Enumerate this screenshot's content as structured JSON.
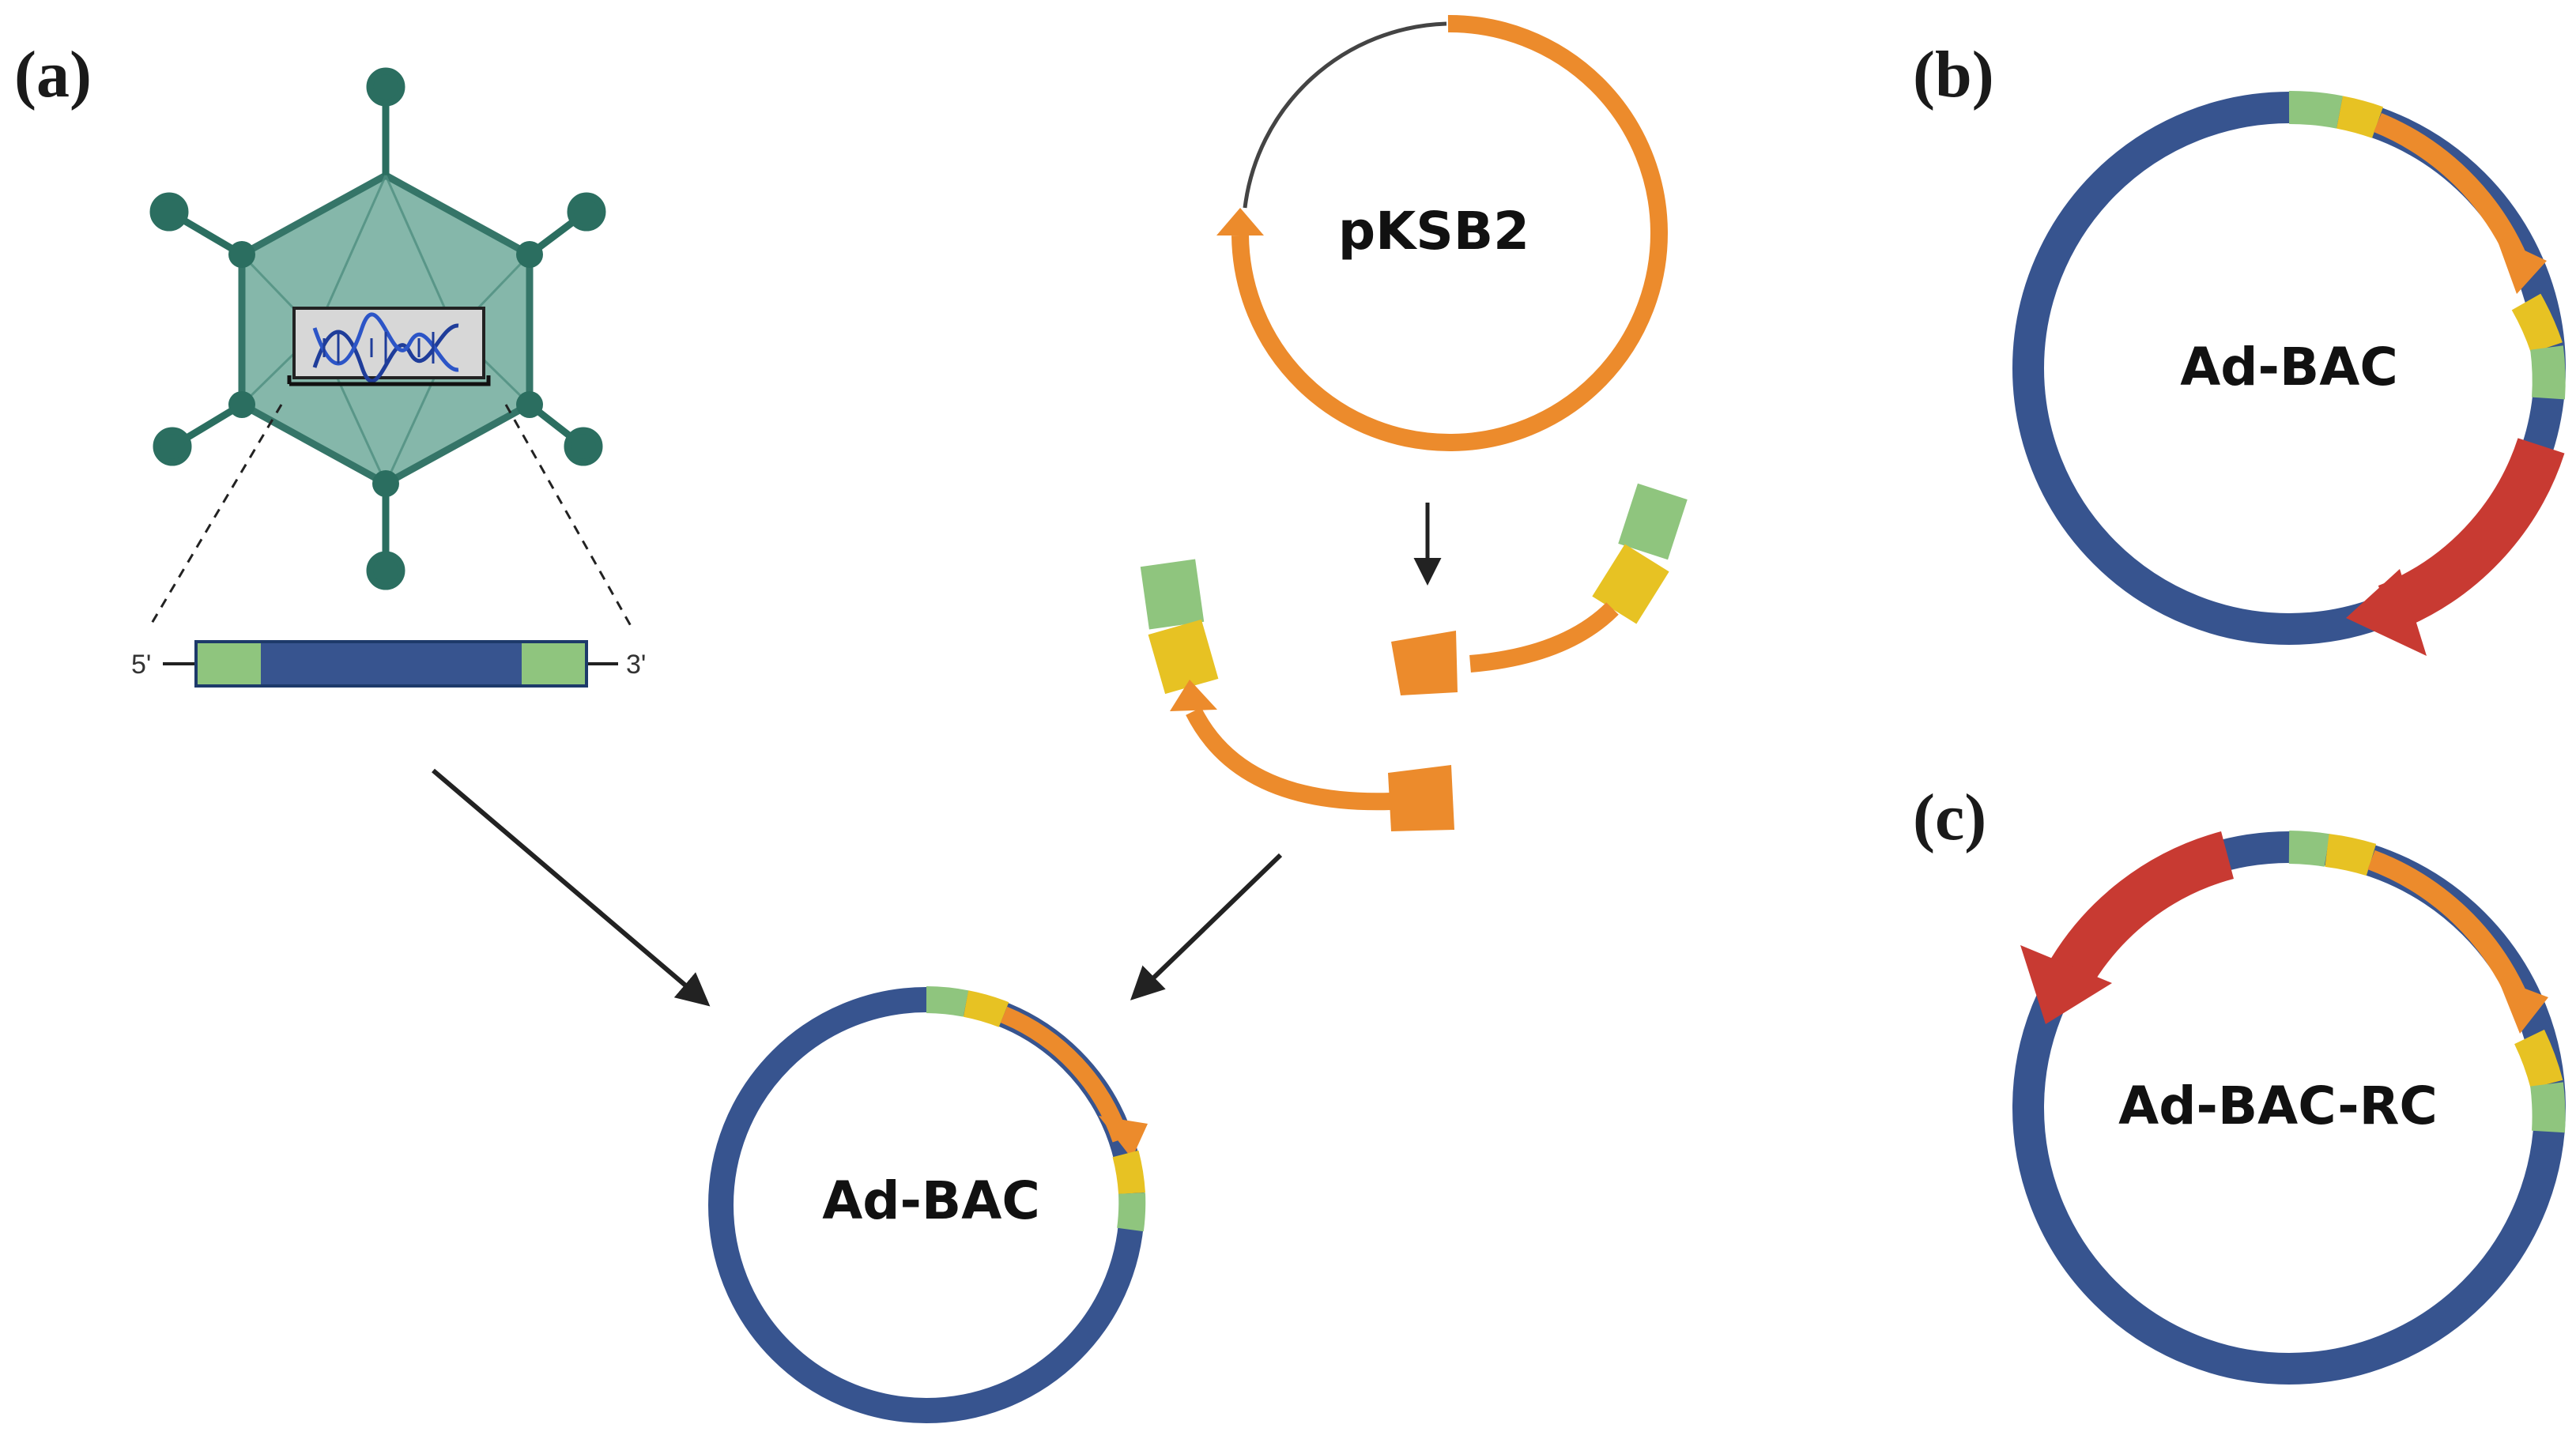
{
  "labels": {
    "panel_a": "(a)",
    "panel_b": "(b)",
    "panel_c": "(c)",
    "pksb2": "pKSB2",
    "ad_bac_a": "Ad-BAC",
    "ad_bac_b": "Ad-BAC",
    "ad_bac_rc": "Ad-BAC-RC",
    "five_prime": "5'",
    "three_prime": "3'"
  },
  "colors": {
    "adenovirus_genome": "#37548f",
    "bac_vector": "#ec8b2c",
    "homology_green": "#8fc57e",
    "homology_yellow": "#e7c223",
    "replication_cassette": "#c83a32",
    "plasmid_backbone": "#444444",
    "capsid_fill": "#7fb4a6",
    "capsid_edge": "#2b6e60",
    "arrow": "#222222"
  },
  "icons": [
    "adenovirus-capsid-icon",
    "dna-double-helix-icon"
  ]
}
